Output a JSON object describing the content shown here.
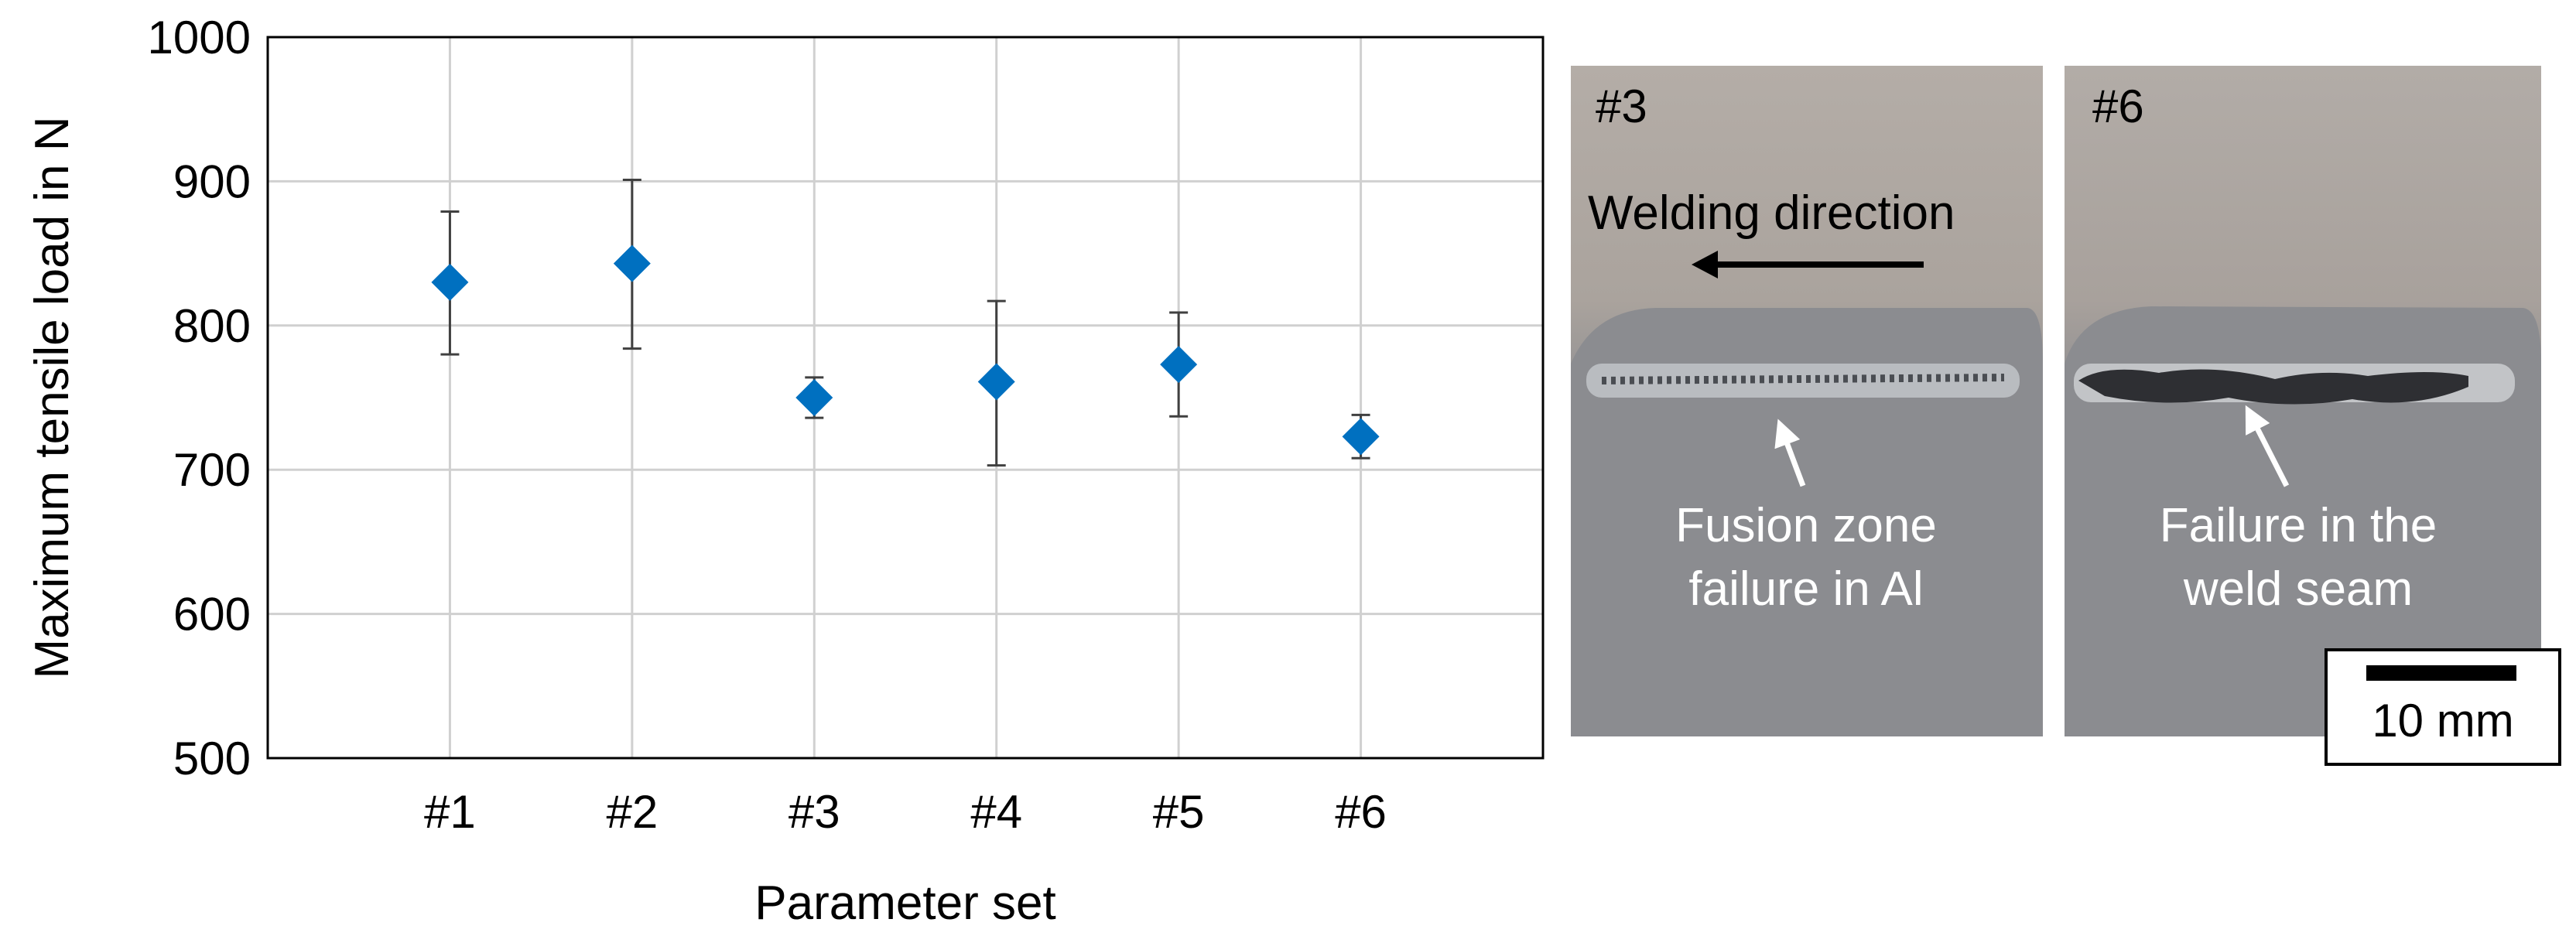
{
  "chart_data": {
    "type": "scatter",
    "categories": [
      "#1",
      "#2",
      "#3",
      "#4",
      "#5",
      "#6"
    ],
    "values": [
      830,
      843,
      750,
      761,
      773,
      723
    ],
    "error_upper": [
      879,
      901,
      764,
      817,
      809,
      738
    ],
    "error_lower": [
      780,
      784,
      736,
      703,
      737,
      708
    ],
    "xlabel": "Parameter set",
    "ylabel": "Maximum tensile load in N",
    "ylim": [
      500,
      1000
    ],
    "yticks": [
      "500",
      "600",
      "700",
      "800",
      "900",
      "1000"
    ],
    "grid": true,
    "marker": "diamond",
    "marker_color": "#0070C0"
  },
  "photos": {
    "left": {
      "tag": "#3",
      "direction_label": "Welding direction",
      "failure_label_line1": "Fusion zone",
      "failure_label_line2": "failure in Al"
    },
    "right": {
      "tag": "#6",
      "failure_label_line1": "Failure in the",
      "failure_label_line2": "weld seam"
    },
    "scale_bar_label": "10 mm"
  }
}
